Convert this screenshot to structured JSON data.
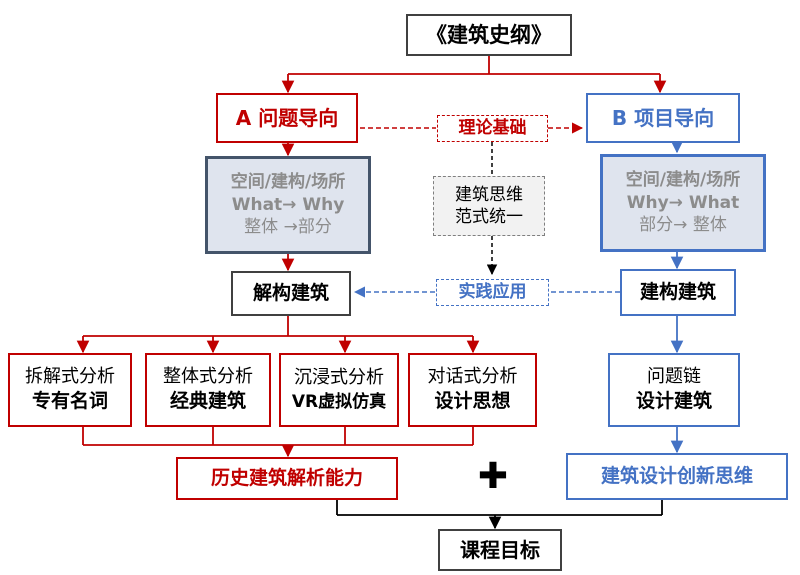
{
  "title": "《建筑史纲》",
  "branch_a": "A 问题导向",
  "branch_b": "B 项目导向",
  "theory": "理论基础",
  "practice": "实践应用",
  "paradigm": [
    "建筑思维",
    "范式统一"
  ],
  "panel_a": {
    "line1": "空间/建构/场所",
    "line2": "What→ Why",
    "line3": "整体 →部分"
  },
  "panel_b": {
    "line1": "空间/建构/场所",
    "line2": "Why→ What",
    "line3": "部分→ 整体"
  },
  "deconstruct": "解构建筑",
  "construct": "建构建筑",
  "methods": [
    {
      "top": "拆解式分析",
      "bottom": "专有名词"
    },
    {
      "top": "整体式分析",
      "bottom": "经典建筑"
    },
    {
      "top": "沉浸式分析",
      "bottom": "VR虚拟仿真"
    },
    {
      "top": "对话式分析",
      "bottom": "设计思想"
    }
  ],
  "problem_chain": {
    "top": "问题链",
    "bottom": "设计建筑"
  },
  "outcome_a": "历史建筑解析能力",
  "outcome_b": "建筑设计创新思维",
  "plus": "✚",
  "goal": "课程目标",
  "colors": {
    "red": "#c00000",
    "blue": "#4472c4",
    "gray_text": "#8c8c8c",
    "panel_bg": "#dfe4ee"
  }
}
